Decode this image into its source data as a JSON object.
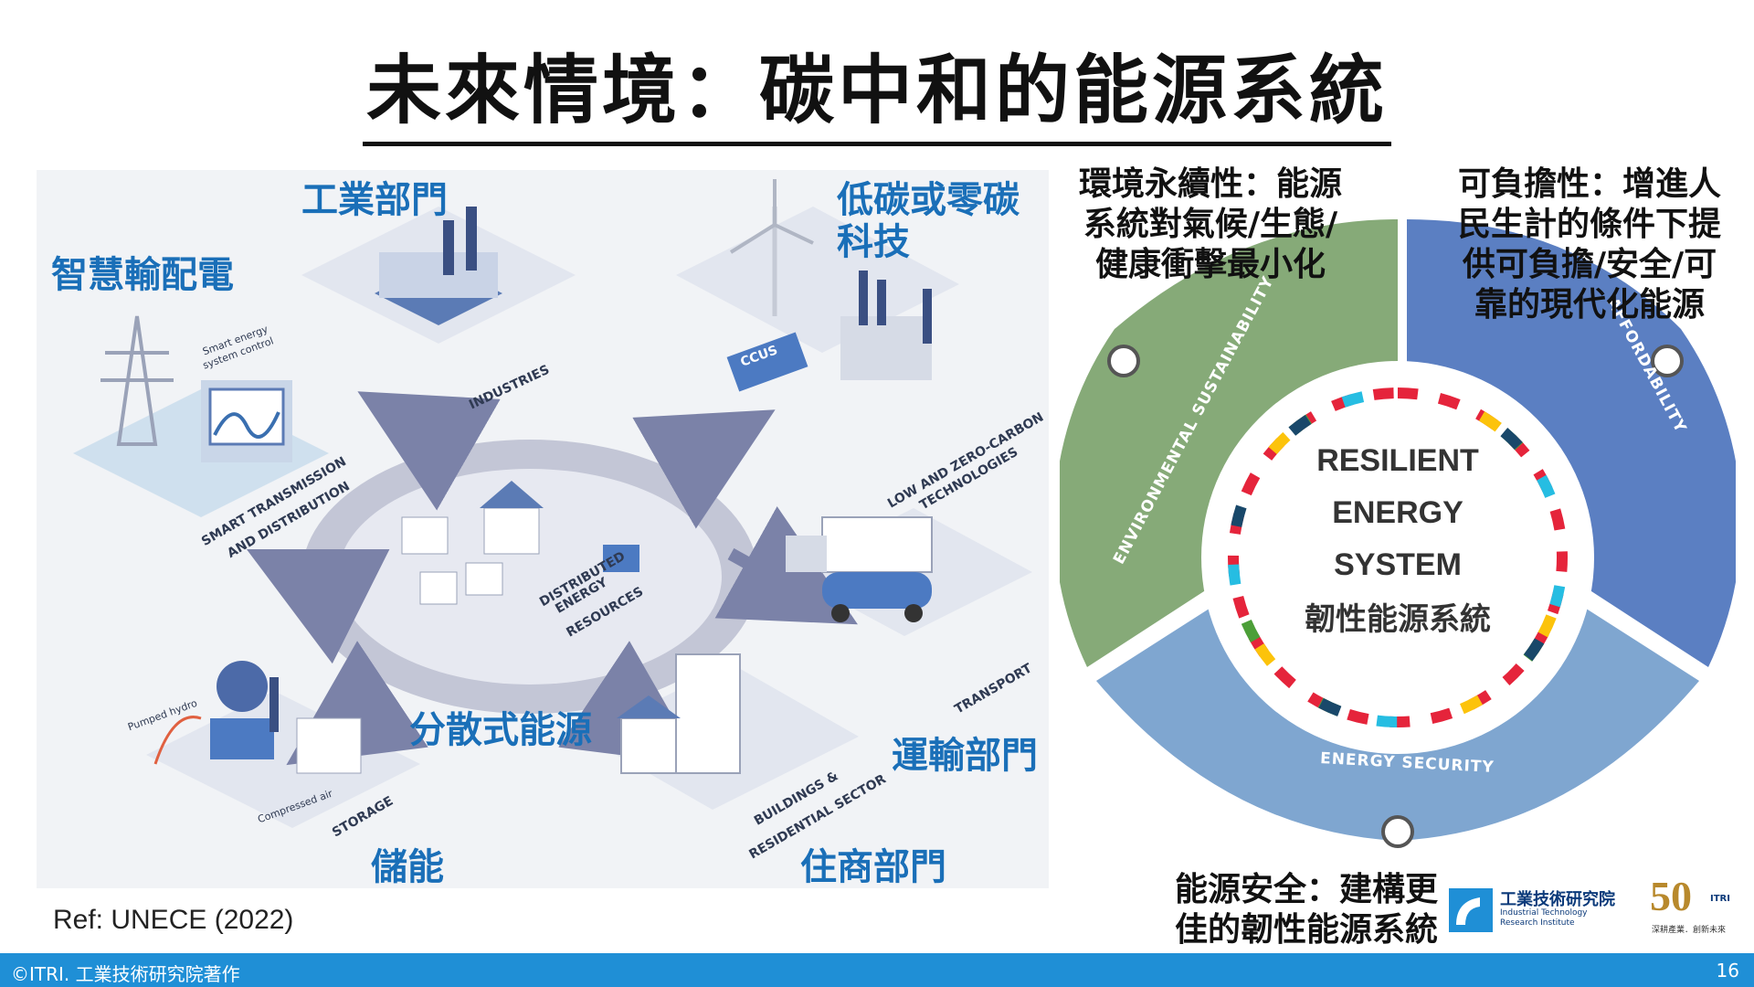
{
  "slide": {
    "title": "未來情境：碳中和的能源系統",
    "ref": "Ref: UNECE (2022)",
    "footer_copyright": "©ITRI. 工業技術研究院著作",
    "page_number": "16"
  },
  "left_diagram": {
    "sectors_cn": {
      "industry": "工業部門",
      "low_carbon_line1": "低碳或零碳",
      "low_carbon_line2": "科技",
      "smart_grid": "智慧輸配電",
      "distributed": "分散式能源",
      "transport": "運輸部門",
      "storage": "儲能",
      "buildings": "住商部門"
    },
    "sectors_en": {
      "industries": "INDUSTRIES",
      "low_carbon_1": "LOW AND ZERO-CARBON",
      "low_carbon_2": "TECHNOLOGIES",
      "smart_1": "SMART TRANSMISSION",
      "smart_2": "AND DISTRIBUTION",
      "der_1": "DISTRIBUTED",
      "der_2": "ENERGY",
      "der_3": "RESOURCES",
      "transport": "TRANSPORT",
      "storage": "STORAGE",
      "buildings_1": "BUILDINGS &",
      "buildings_2": "RESIDENTIAL SECTOR"
    },
    "small_notes": {
      "smart_control_1": "Smart energy",
      "smart_control_2": "system control",
      "pumped_hydro": "Pumped hydro",
      "compressed_air": "Compressed air",
      "ccus": "CCUS"
    }
  },
  "right_diagram": {
    "center_lines": [
      "RESILIENT",
      "ENERGY",
      "SYSTEM"
    ],
    "center_cn": "韌性能源系統",
    "petals": {
      "environmental": "ENVIRONMENTAL SUSTAINABILITY",
      "affordability": "AFFORDABILITY",
      "security": "ENERGY SECURITY"
    },
    "colors": {
      "environmental": "#86aa78",
      "affordability": "#5b7fc2",
      "security": "#7fa6d0"
    },
    "callouts": {
      "environment_lines": [
        "環境永續性：能源",
        "系統對氣候/生態/",
        "健康衝擊最小化"
      ],
      "affordability_lines": [
        "可負擔性：增進人",
        "民生計的條件下提",
        "供可負擔/安全/可",
        "靠的現代化能源"
      ],
      "security_lines": [
        "能源安全：建構更",
        "佳的韌性能源系統"
      ]
    }
  },
  "logos": {
    "itri_cn": "工業技術研究院",
    "itri_en_1": "Industrial Technology",
    "itri_en_2": "Research Institute",
    "anniv_number": "50",
    "anniv_tag": "ITRI",
    "anniv_slogan": "深耕產業．創新未來"
  }
}
